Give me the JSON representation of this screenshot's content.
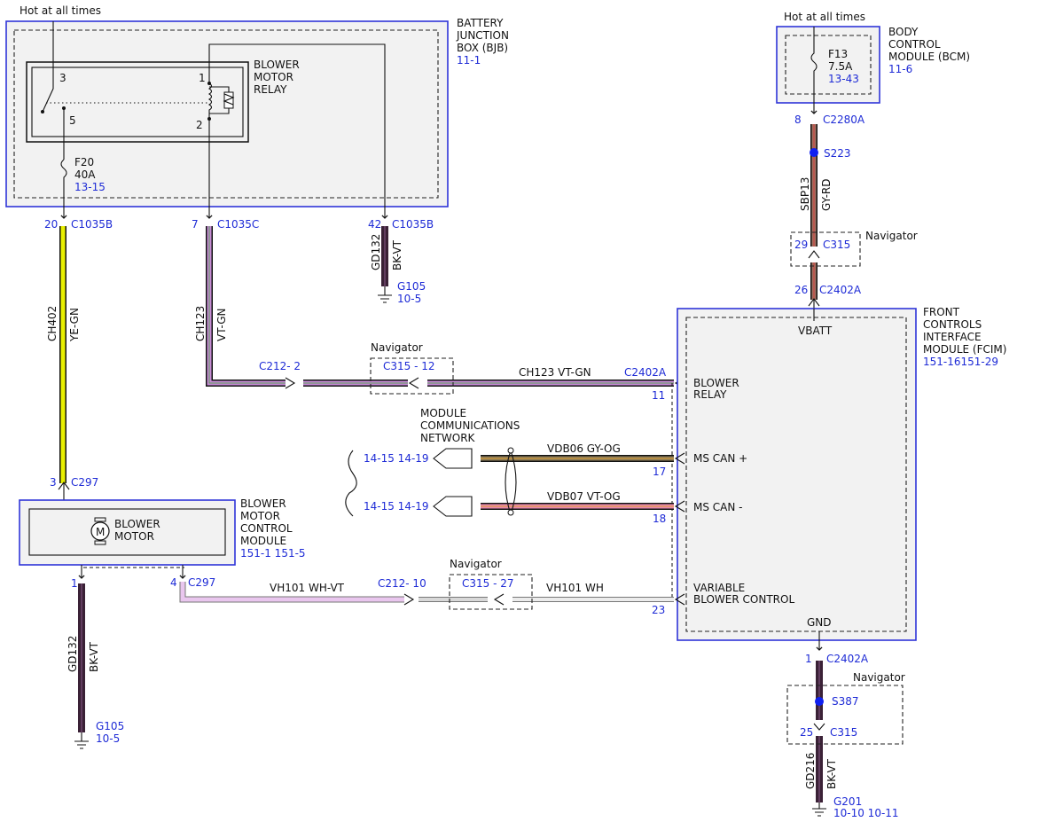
{
  "hot_label_1": "Hot at all times",
  "hot_label_2": "Hot at all times",
  "bjb": {
    "l1": "BATTERY",
    "l2": "JUNCTION",
    "l3": "BOX (BJB)",
    "ref": "11-1"
  },
  "relay": {
    "l1": "BLOWER",
    "l2": "MOTOR",
    "l3": "RELAY",
    "pin3": "3",
    "pin5": "5",
    "pin1": "1",
    "pin2": "2"
  },
  "fuse20": {
    "name": "F20",
    "amp": "40A",
    "ref": "13-15"
  },
  "bcm": {
    "l1": "BODY",
    "l2": "CONTROL",
    "l3": "MODULE (BCM)",
    "ref": "11-6"
  },
  "fuse13": {
    "name": "F13",
    "amp": "7.5A",
    "ref": "13-43"
  },
  "bcm_conn": {
    "pin": "8",
    "name": "C2280A"
  },
  "splice_s223": "S223",
  "wire_sbp13": {
    "circuit": "SBP13",
    "color": "GY-RD"
  },
  "nav1": "Navigator",
  "c315_a": {
    "pin": "29",
    "name": "C315"
  },
  "fcim_vbatt_conn": {
    "pin": "26",
    "name": "C2402A"
  },
  "fcim": {
    "l1": "FRONT",
    "l2": "CONTROLS",
    "l3": "INTERFACE",
    "l4": "MODULE (FCIM)",
    "ref": "151-16151-29",
    "vbatt": "VBATT",
    "gnd": "GND",
    "blower_relay_1": "BLOWER",
    "blower_relay_2": "RELAY",
    "ms_can_plus": "MS CAN +",
    "ms_can_minus": "MS CAN -",
    "vbc_1": "VARIABLE",
    "vbc_2": "BLOWER CONTROL"
  },
  "c1035b_20": {
    "pin": "20",
    "name": "C1035B"
  },
  "c1035c_7": {
    "pin": "7",
    "name": "C1035C"
  },
  "c1035b_42": {
    "pin": "42",
    "name": "C1035B"
  },
  "wire_ch402": {
    "circuit": "CH402",
    "color": "YE-GN"
  },
  "wire_ch123_v": {
    "circuit": "CH123",
    "color": "VT-GN"
  },
  "wire_gd132_top": {
    "circuit": "GD132",
    "color": "BK-VT"
  },
  "g105_top": {
    "name": "G105",
    "ref": "10-5"
  },
  "c212_2": "C212-  2",
  "nav2": "Navigator",
  "c315_12": "C315  - 12",
  "wire_ch123_h": "CH123  VT-GN",
  "c2402a_11": {
    "name": "C2402A",
    "pin": "11"
  },
  "mcn": {
    "l1": "MODULE",
    "l2": "COMMUNICATIONS",
    "l3": "NETWORK"
  },
  "ref_1415_1419_a": "14-15  14-19",
  "ref_1415_1419_b": "14-15  14-19",
  "wire_vdb06": "VDB06  GY-OG",
  "wire_vdb07": "VDB07  VT-OG",
  "pin17": "17",
  "pin18": "18",
  "c297_3": {
    "pin": "3",
    "name": "C297"
  },
  "bmcm": {
    "motor_1": "BLOWER",
    "motor_2": "MOTOR",
    "motor_icon": "M",
    "l1": "BLOWER",
    "l2": "MOTOR",
    "l3": "CONTROL",
    "l4": "MODULE",
    "ref": "151-1  151-5"
  },
  "pin1_bm": "1",
  "c297_4": {
    "pin": "4",
    "name": "C297"
  },
  "wire_vh101_wh_vt": "VH101    WH-VT",
  "c212_10": "C212- 10",
  "nav3": "Navigator",
  "c315_27": "C315  - 27",
  "wire_vh101_wh": "VH101     WH",
  "pin23": "23",
  "wire_gd132_bot": {
    "circuit": "GD132",
    "color": "BK-VT"
  },
  "g105_bot": {
    "name": "G105",
    "ref": "10-5"
  },
  "c2402a_gnd": {
    "pin": "1",
    "name": "C2402A"
  },
  "nav4": "Navigator",
  "splice_s387": "S387",
  "c315_25": {
    "pin": "25",
    "name": "C315"
  },
  "wire_gd216": {
    "circuit": "GD216",
    "color": "BK-VT"
  },
  "g201": {
    "name": "G201",
    "ref": "10-10  10-11"
  },
  "colors": {
    "module_border": "#2f35d8",
    "ref_text": "#1e2bd6",
    "ye_gn": "#e8ef00",
    "vt_gn": "#c88ad6",
    "bk_vt": "#3a2136",
    "gy_rd": "#a07060",
    "gy_og": "#8a7a58",
    "vt_og": "#e889b0",
    "wh_vt": "#e9c6ee",
    "wh": "#d8d8d8",
    "splice": "#1020f0"
  }
}
